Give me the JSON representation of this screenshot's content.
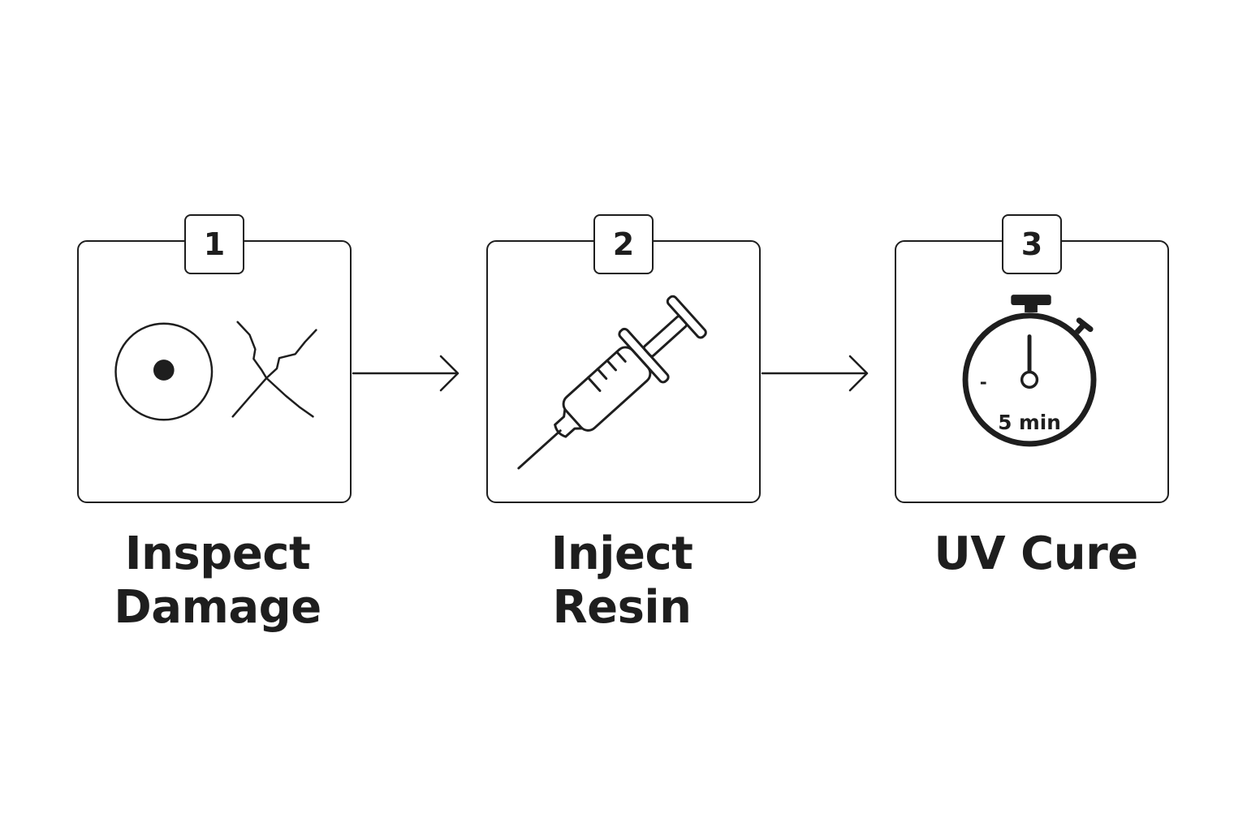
{
  "steps": [
    {
      "number": "1",
      "title_lines": [
        "Inspect",
        "Damage"
      ],
      "icon": "chip-and-crack-icon"
    },
    {
      "number": "2",
      "title_lines": [
        "Inject",
        "Resin"
      ],
      "icon": "syringe-icon"
    },
    {
      "number": "3",
      "title_lines": [
        "UV Cure"
      ],
      "icon": "stopwatch-icon",
      "timer_label": "5 min",
      "timer_tick": "-"
    }
  ],
  "colors": {
    "stroke": "#1e1e1e",
    "background": "#ffffff"
  }
}
